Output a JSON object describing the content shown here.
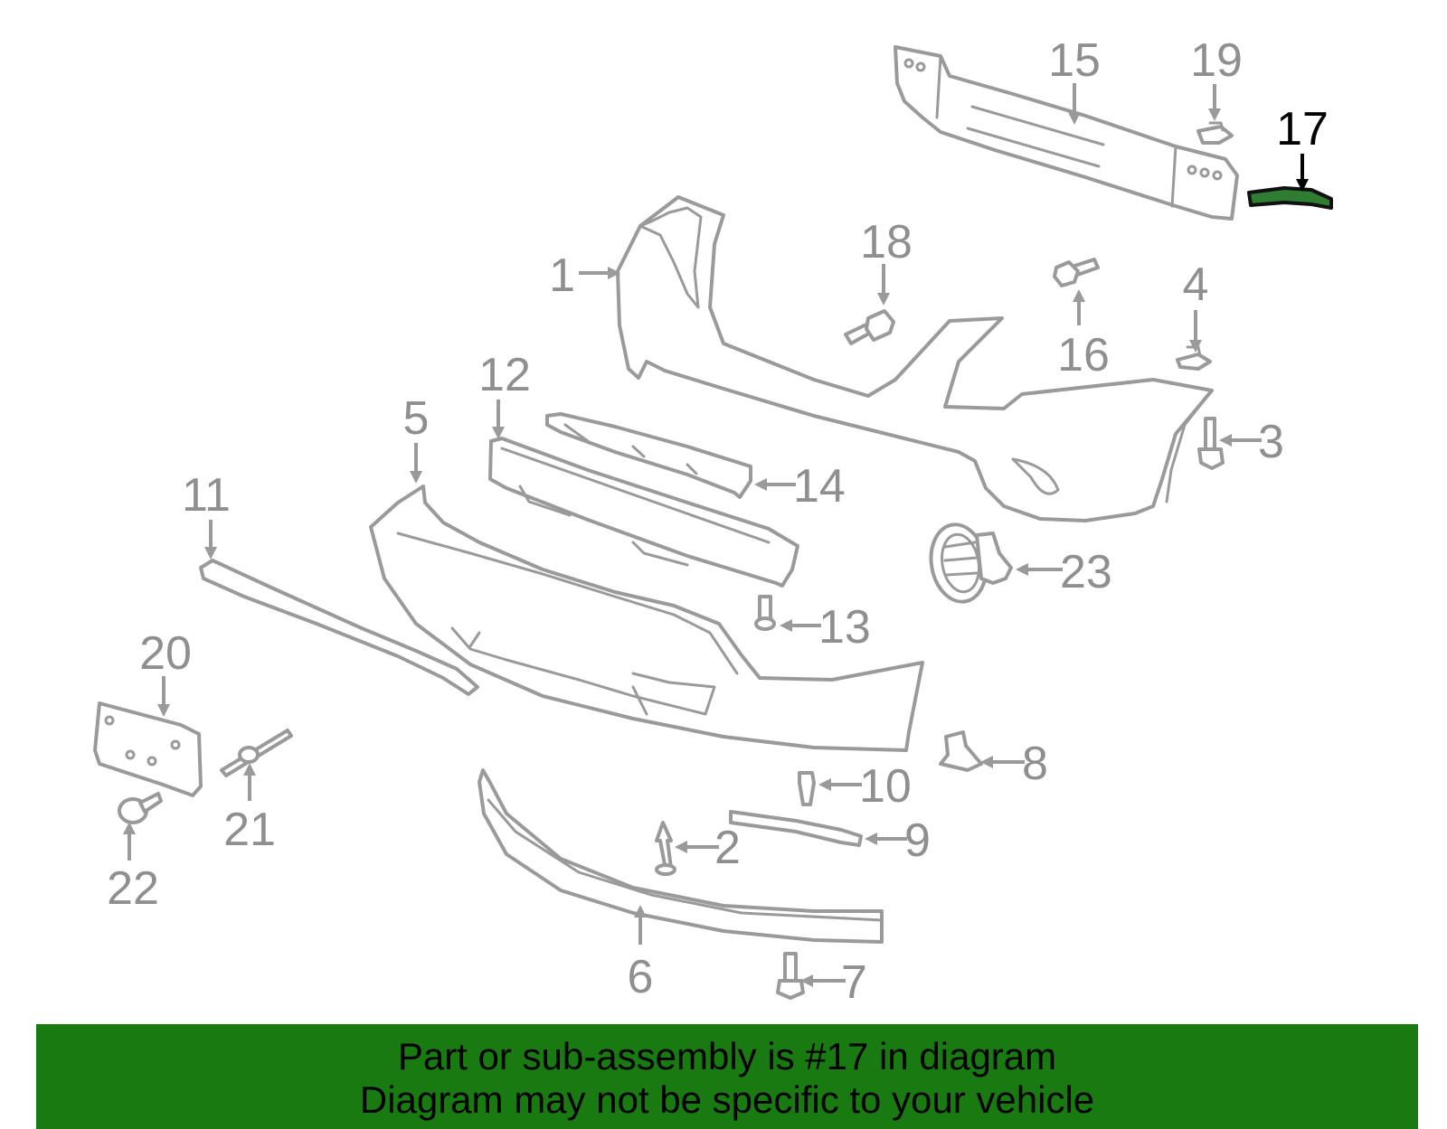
{
  "callouts": {
    "c1": "1",
    "c2": "2",
    "c3": "3",
    "c4": "4",
    "c5": "5",
    "c6": "6",
    "c7": "7",
    "c8": "8",
    "c9": "9",
    "c10": "10",
    "c11": "11",
    "c12": "12",
    "c13": "13",
    "c14": "14",
    "c15": "15",
    "c16": "16",
    "c17": "17",
    "c18": "18",
    "c19": "19",
    "c20": "20",
    "c21": "21",
    "c22": "22",
    "c23": "23"
  },
  "highlighted_part": "17",
  "colors": {
    "banner": "#1a7a12",
    "parts": "#9a9a9a",
    "highlight_fill": "#2e7d32"
  },
  "banner": {
    "line1": "Part or sub-assembly is #17 in diagram",
    "line2": "Diagram may not be specific to your vehicle"
  }
}
